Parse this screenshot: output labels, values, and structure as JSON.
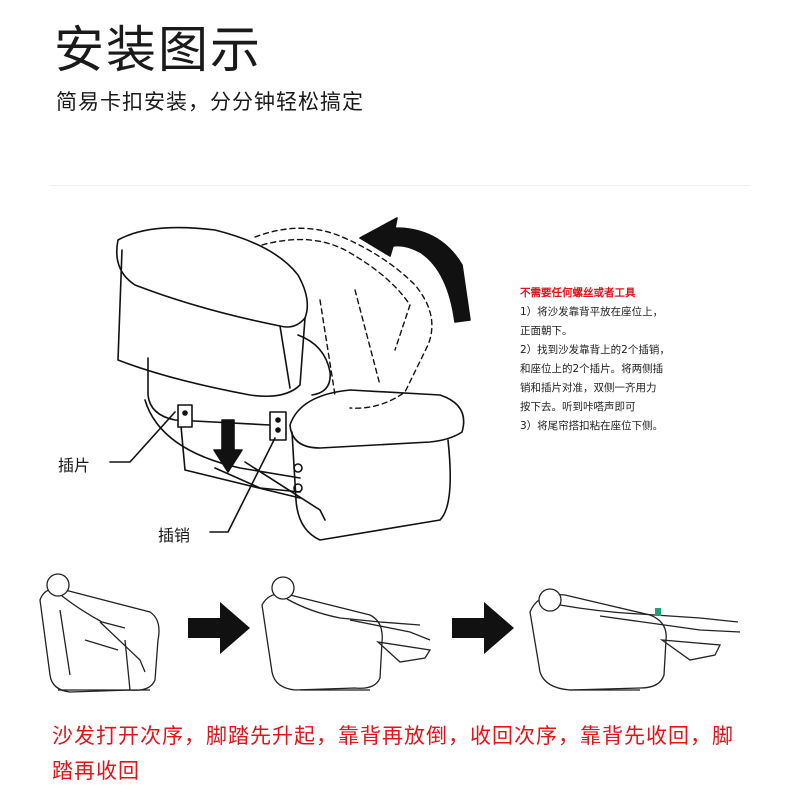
{
  "title": "安装图示",
  "subtitle": "简易卡扣安装，分分钟轻松搞定",
  "instructions": {
    "heading": "不需要任何螺丝或者工具",
    "lines": [
      "1）将沙发靠背平放在座位上，",
      "正面朝下。",
      "2）找到沙发靠背上的2个插销，",
      "和座位上的2个插片。将两侧插",
      "销和插片对准，双侧一齐用力",
      "按下去。听到咔嗒声即可",
      "3）将尾帘搭扣粘在座位下侧。"
    ]
  },
  "callouts": {
    "tab": "插片",
    "pin": "插销"
  },
  "steps": [
    "sitting-upright",
    "footrest-raised",
    "fully-reclined"
  ],
  "arrow_icons": [
    "arrow-right-icon",
    "arrow-right-icon"
  ],
  "bottom_note": "沙发打开次序，脚踏先升起，靠背再放倒，收回次序，靠背先收回，脚踏再收回",
  "colors": {
    "accent_red": "#e0141b",
    "text": "#1a1a1a",
    "outline": "#111111"
  }
}
